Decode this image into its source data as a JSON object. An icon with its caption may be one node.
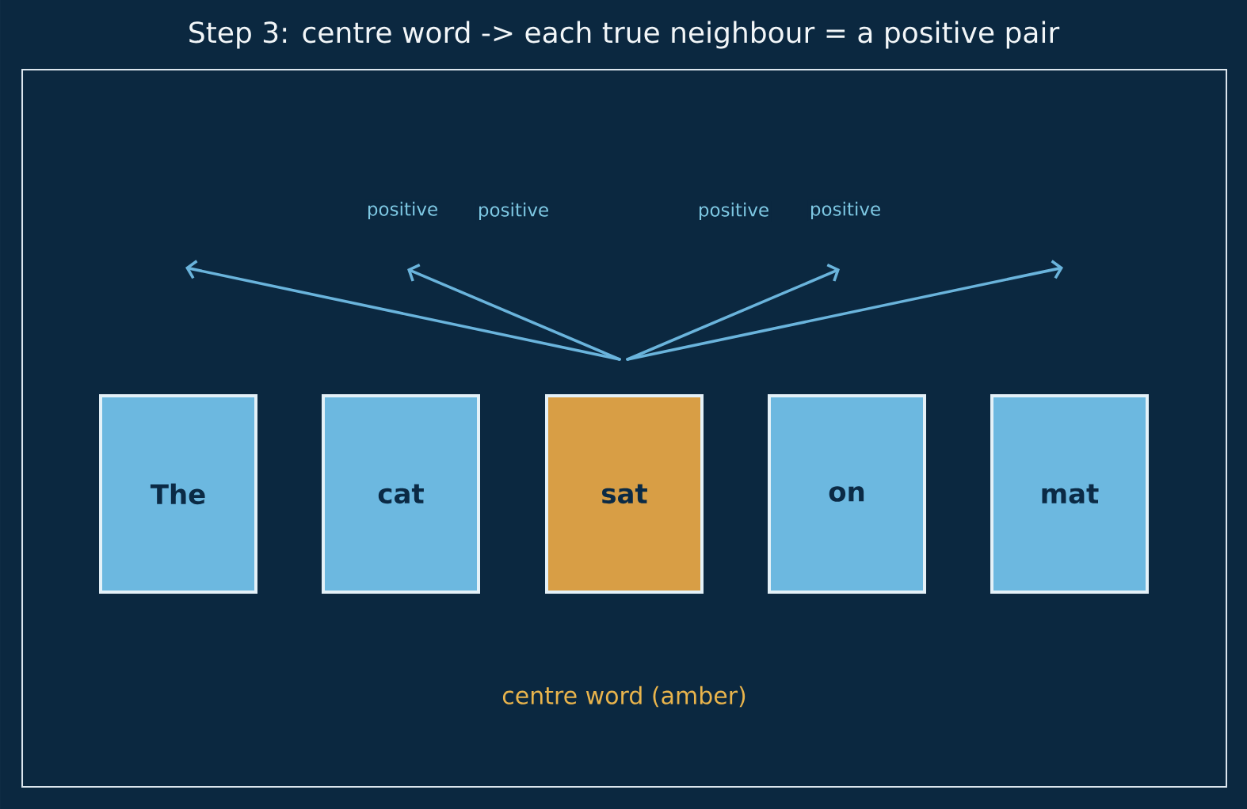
{
  "diagram": {
    "title": "Step 3: centre word -> each true neighbour = a positive pair",
    "nodes": [
      {
        "text": [
          "The"
        ]
      },
      {
        "text": [
          "cat"
        ]
      },
      {
        "text": [
          "sat"
        ]
      },
      {
        "text": [
          "on"
        ]
      },
      {
        "text": [
          "mat"
        ]
      }
    ],
    "edges": [
      {
        "from": 2,
        "to": null,
        "arrow": "to",
        "label": "positive"
      },
      {
        "from": 2,
        "to": null,
        "arrow": "to",
        "label": "positive"
      },
      {
        "from": 2,
        "to": null,
        "arrow": "to",
        "label": "positive"
      },
      {
        "from": 2,
        "to": null,
        "arrow": "to",
        "label": "positive"
      }
    ],
    "labels": [
      "centre word (amber)"
    ]
  }
}
